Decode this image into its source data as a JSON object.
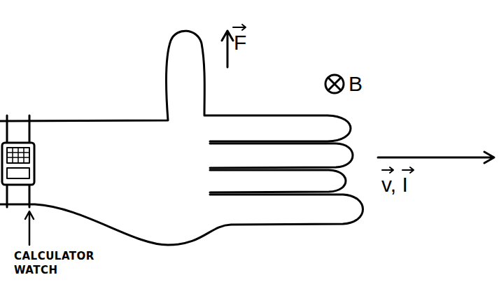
{
  "diagram": {
    "labels": [
      "F",
      "B",
      "v, I",
      "CALCULATOR WATCH"
    ]
  }
}
